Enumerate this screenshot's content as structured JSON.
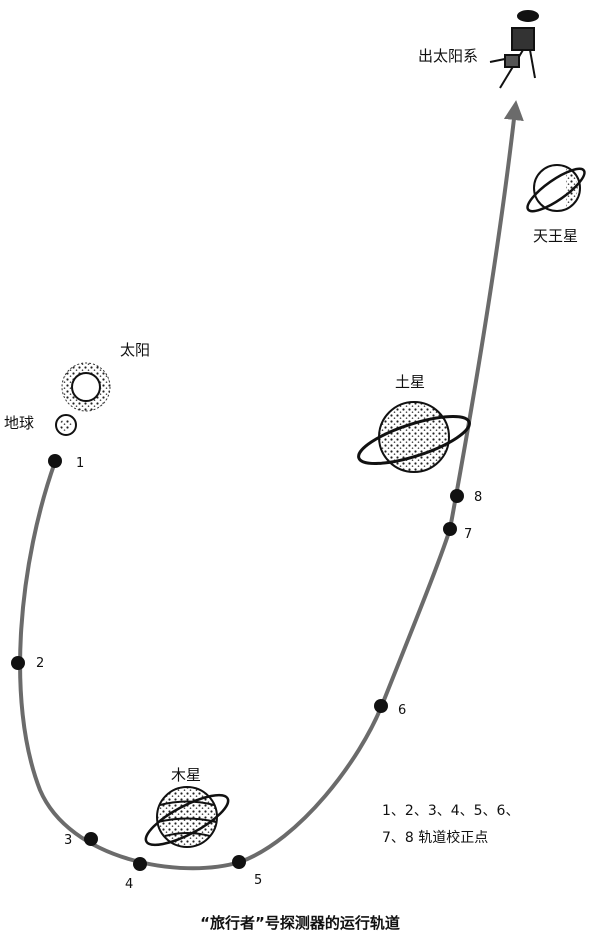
{
  "labels": {
    "sun": "太阳",
    "earth": "地球",
    "jupiter": "木星",
    "saturn": "土星",
    "uranus": "天王星",
    "exit": "出太阳系"
  },
  "points": [
    "1",
    "2",
    "3",
    "4",
    "5",
    "6",
    "7",
    "8"
  ],
  "legend": {
    "line1": "1、2、3、4、5、6、",
    "line2": "7、8 轨道校正点"
  },
  "caption": "“旅行者”号探测器的运行轨道",
  "colors": {
    "trajectory": "#6b6b6b",
    "ink": "#111111"
  }
}
